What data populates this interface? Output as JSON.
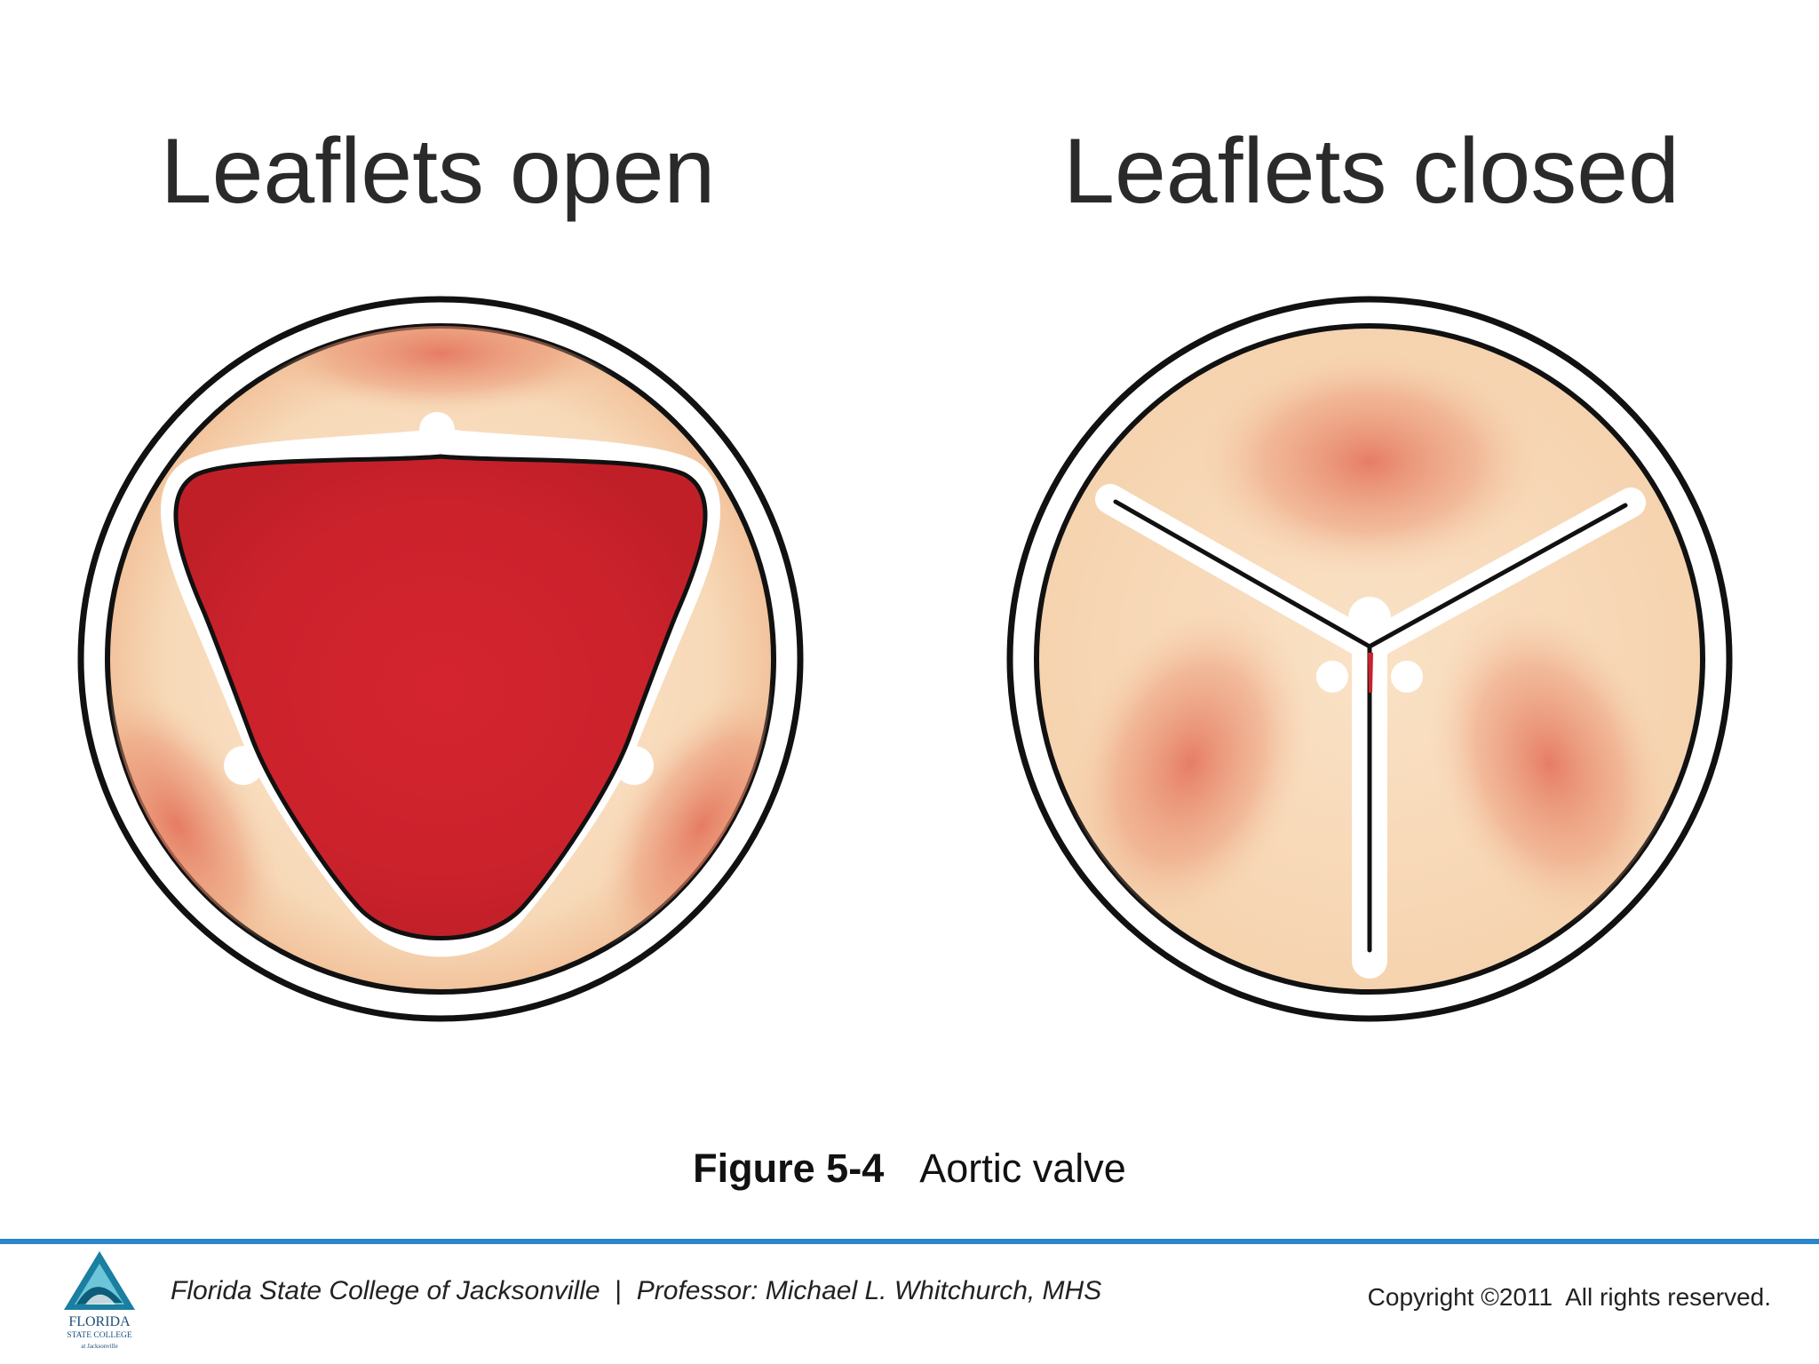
{
  "panels": {
    "open": {
      "title": "Leaflets open"
    },
    "closed": {
      "title": "Leaflets closed"
    }
  },
  "caption": {
    "figure_number": "Figure 5-4",
    "text": "Aortic valve"
  },
  "footer": {
    "institution": "Florida State College of Jacksonville",
    "separator": "|",
    "professor": "Professor: Michael L. Whitchurch, MHS",
    "copyright": "Copyright ©2011  All rights reserved."
  },
  "logo": {
    "line1": "FLORIDA",
    "line2": "STATE COLLEGE",
    "line3": "at Jacksonville"
  },
  "colors": {
    "background": "#ffffff",
    "footer_rule": "#2e86c8",
    "blood": "#c8222b",
    "tissue": "#f5d4b2",
    "tissue_shade": "#e6836a",
    "outline": "#111111"
  },
  "icons": {
    "logo": "fscj-triangle-logo"
  }
}
